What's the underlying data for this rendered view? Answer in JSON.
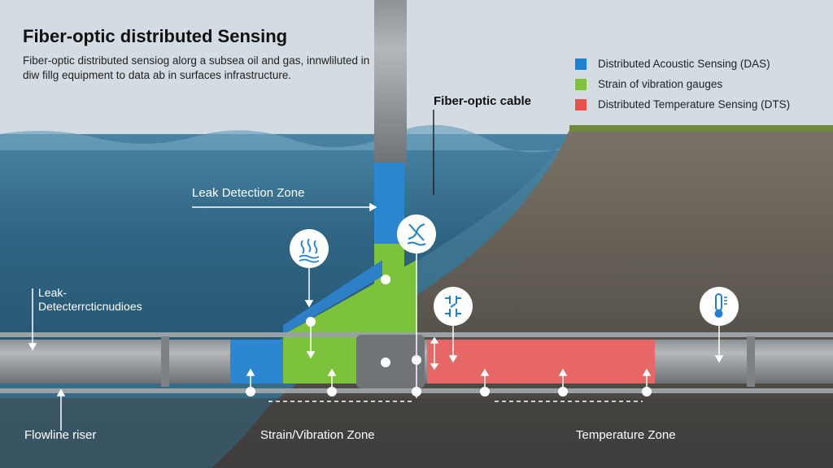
{
  "header": {
    "title": "Fiber-optic distributed Sensing",
    "description": "Fiber-optic distributed sensiog alorg a subsea oil and gas, innwliluted in diw fillg equipment to data ab in surfaces infrastructure."
  },
  "legend": [
    {
      "label": "Distributed Acoustic Sensing (DAS)",
      "color": "#1f7fd4"
    },
    {
      "label": "Strain of vibration gauges",
      "color": "#7cc23a"
    },
    {
      "label": "Distributed Temperature Sensing (DTS)",
      "color": "#e9504c"
    }
  ],
  "labels": {
    "fiber_cable": "Fiber-optic cable",
    "leak_zone": "Leak Detection Zone",
    "leak_nodes_1": "Leak-",
    "leak_nodes_2": "Detecterrcticnudioes",
    "flowline": "Flowline riser",
    "strain_zone": "Strain/Vibration Zone",
    "temp_zone": "Temperature Zone"
  },
  "icons": [
    "heat-waves-icon",
    "broken-fiber-icon",
    "vibration-icon",
    "thermometer-icon"
  ]
}
